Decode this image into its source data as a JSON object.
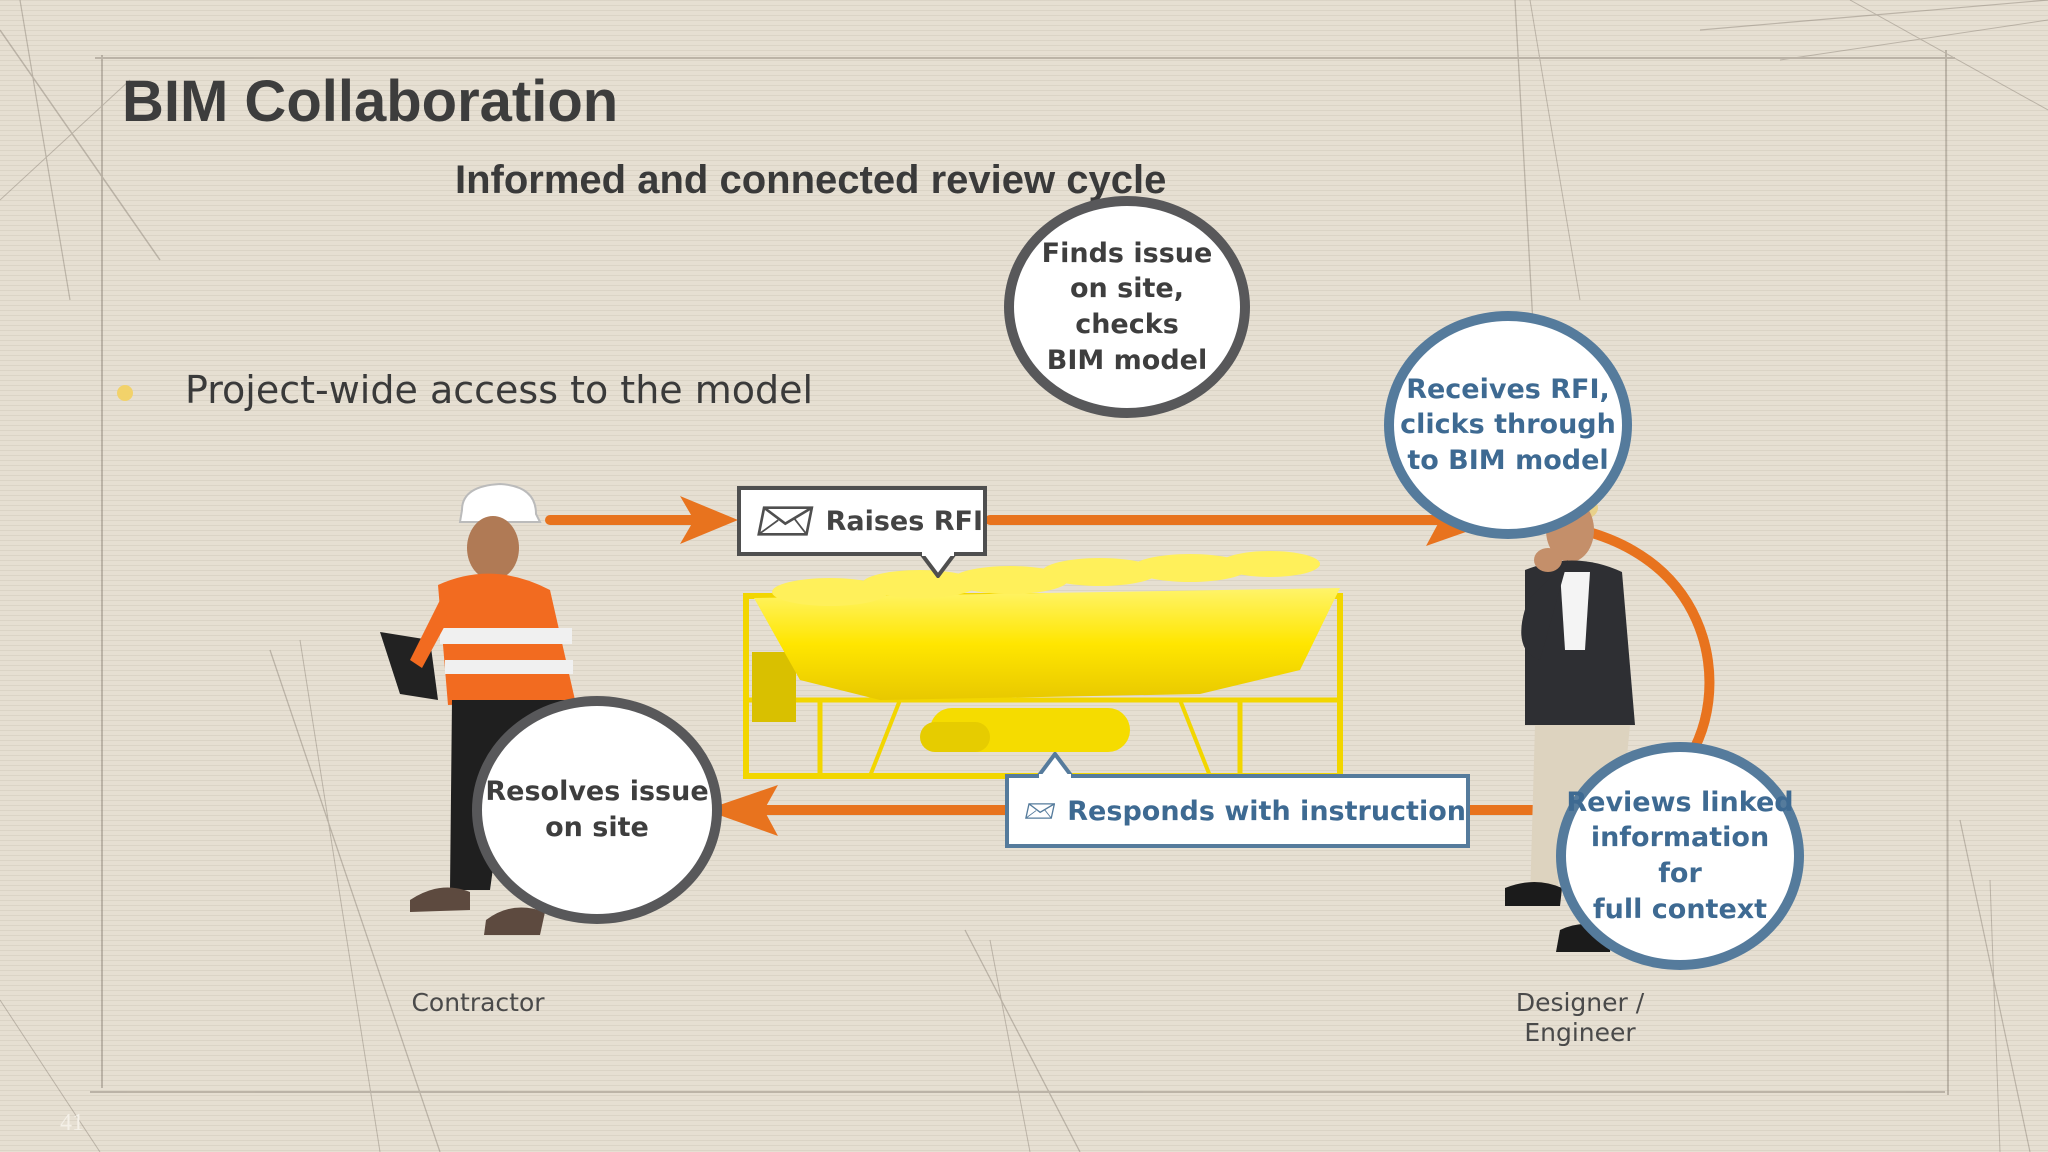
{
  "slide": {
    "title": "BIM Collaboration",
    "subtitle": "Informed and connected review cycle",
    "bullet": "Project-wide access to the model",
    "slide_number": "41"
  },
  "steps": {
    "finds_issue": "Finds issue\non site, checks\nBIM model",
    "raises_rfi": "Raises RFI",
    "receives_rfi": "Receives RFI,\nclicks through\nto BIM model",
    "reviews_linked": "Reviews linked\ninformation for\nfull context",
    "responds": "Responds with instruction",
    "resolves_issue": "Resolves issue\non site"
  },
  "people": {
    "contractor": "Contractor",
    "designer": "Designer /\nEngineer"
  },
  "colors": {
    "arrow": "#e8731e",
    "circle_dark": "#58585a",
    "circle_blue": "#557b9c",
    "text_blue": "#3e6a92",
    "model_yellow": "#ffe600",
    "bullet": "#f2d26a"
  },
  "icons": [
    "envelope-icon",
    "hard-hat-icon",
    "clipboard-icon",
    "bim-model-icon"
  ]
}
